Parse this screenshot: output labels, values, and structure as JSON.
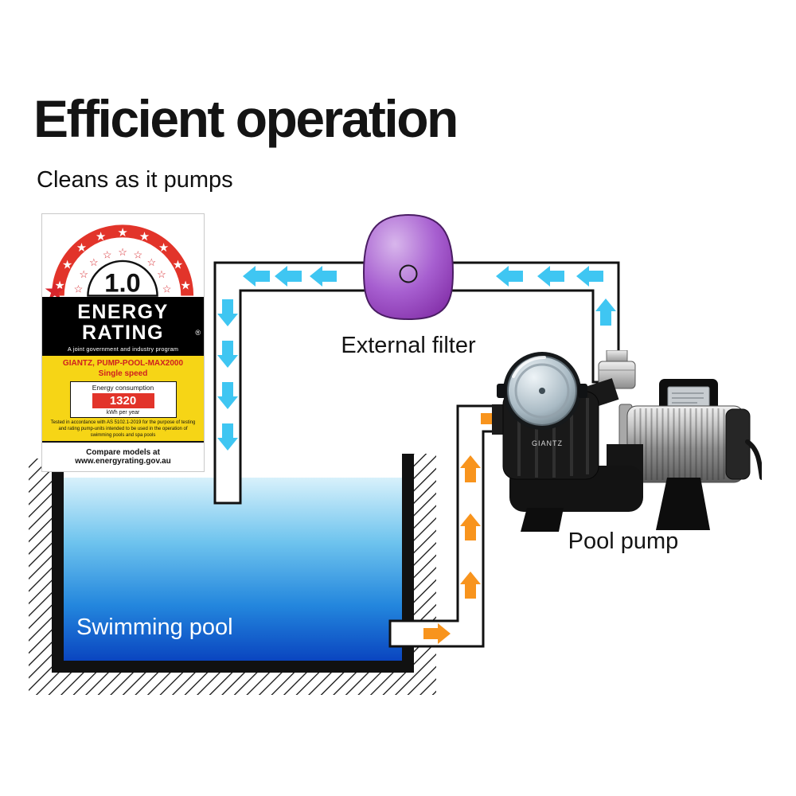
{
  "title": "Efficient operation",
  "subtitle": "Cleans as it pumps",
  "icons": {
    "star": "★",
    "star_outline": "☆"
  },
  "energy_label": {
    "rating_value": "1.0",
    "energy_word": "ENERGY",
    "rating_word": "RATING",
    "registered_mark": "®",
    "program_line": "A joint government and industry program",
    "model_line1": "GIANTZ, PUMP-POOL-MAX2000",
    "model_line2": "Single speed",
    "consumption_label": "Energy consumption",
    "consumption_value": "1320",
    "consumption_unit": "kWh per year",
    "tested_note": "Tested in accordance with AS 5102.1-2019 for the purpose of testing and rating pump-units intended to be used in the operation of swimming pools and spa pools",
    "compare_line": "Compare models at www.energyrating.gov.au"
  },
  "diagram": {
    "filter_label": "External filter",
    "pump_label": "Pool pump",
    "pool_label": "Swimming pool",
    "pump_brand": "GIANTZ",
    "colors": {
      "clean_flow": "#3fc6f2",
      "return_flow": "#f8941d",
      "filter_purple": "#9b4fc4",
      "water_top": "#d8f1fb",
      "water_bottom": "#0a45c0"
    }
  }
}
